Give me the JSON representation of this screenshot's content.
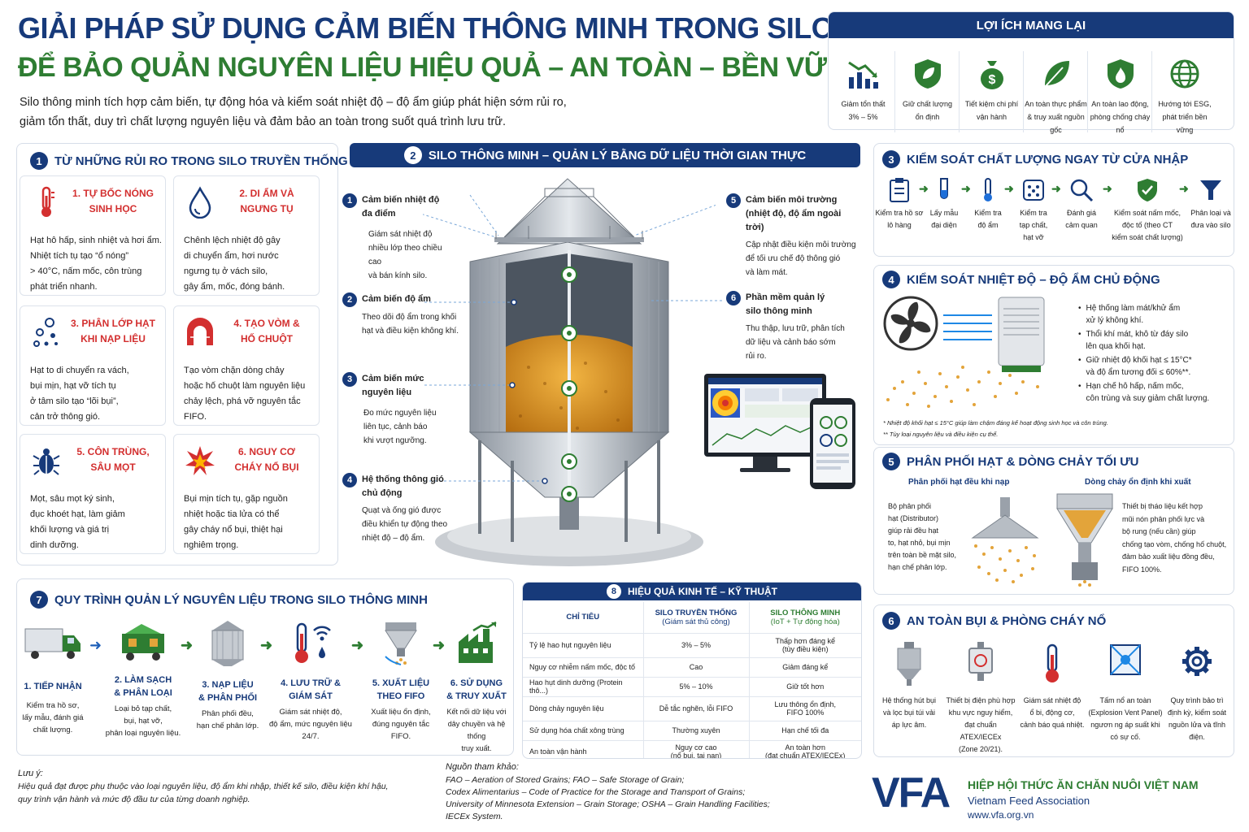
{
  "header": {
    "title_line1": "GIẢI PHÁP SỬ DỤNG CẢM BIẾN THÔNG MINH TRONG SILO",
    "title_line2": "ĐỂ BẢO QUẢN NGUYÊN LIỆU HIỆU QUẢ – AN TOÀN – BỀN VỮNG",
    "intro_line1": "Silo thông minh tích hợp cảm biến, tự động hóa và kiểm soát nhiệt độ – độ ẩm giúp phát hiện sớm rủi ro,",
    "intro_line2": "giảm tổn thất, duy trì chất lượng nguyên liệu và đảm bảo an toàn trong suốt quá trình lưu trữ."
  },
  "benefits": {
    "title": "LỢI ÍCH MANG LẠI",
    "items": [
      {
        "l1": "Giảm tổn thất",
        "l2": "3% – 5%",
        "icon": "chart-down-icon"
      },
      {
        "l1": "Giữ chất lượng",
        "l2": "ổn định",
        "icon": "shield-leaf-icon"
      },
      {
        "l1": "Tiết kiệm chi phí",
        "l2": "vận hành",
        "icon": "money-bag-icon"
      },
      {
        "l1": "An toàn thực phẩm",
        "l2": "& truy xuất nguồn gốc",
        "icon": "leaf-icon"
      },
      {
        "l1": "An toàn lao động,",
        "l2": "phòng chống cháy nổ",
        "icon": "shield-fire-icon"
      },
      {
        "l1": "Hướng tới ESG,",
        "l2": "phát triển bền vững",
        "icon": "globe-icon"
      }
    ]
  },
  "sec1": {
    "num": "1",
    "title": "TỪ NHỮNG RỦI RO TRONG SILO TRUYỀN THỐNG",
    "risks": [
      {
        "t1": "1. TỰ BỐC NÓNG",
        "t2": "SINH HỌC",
        "d": [
          "Hạt hô hấp, sinh nhiệt và hơi ẩm.",
          "Nhiệt tích tụ tạo “ổ nóng”",
          "> 40°C, nấm mốc, côn trùng",
          "phát triển nhanh."
        ]
      },
      {
        "t1": "2. DI ẨM VÀ",
        "t2": "NGƯNG TỤ",
        "d": [
          "Chênh lệch nhiệt độ gây",
          "di chuyển ẩm, hơi nước",
          "ngưng tụ ở vách silo,",
          "gây ẩm, mốc, đóng bánh."
        ]
      },
      {
        "t1": "3. PHÂN LỚP HẠT",
        "t2": "KHI NẠP LIỆU",
        "d": [
          "Hạt to di chuyển ra vách,",
          "bụi mịn, hạt vỡ tích tụ",
          "ở tâm silo tạo “lõi bụi”,",
          "cản trở thông gió."
        ]
      },
      {
        "t1": "4. TẠO VÒM &",
        "t2": "HỐ CHUỘT",
        "d": [
          "Tạo vòm chặn dòng chảy",
          "hoặc hố chuột làm nguyên liệu",
          "chảy lệch, phá vỡ nguyên tắc",
          "FIFO."
        ]
      },
      {
        "t1": "5. CÔN TRÙNG,",
        "t2": "SÂU MỌT",
        "d": [
          "Mọt, sâu mọt ký sinh,",
          "đục khoét hạt, làm giảm",
          "khối lượng và giá trị",
          "dinh dưỡng."
        ]
      },
      {
        "t1": "6. NGUY CƠ",
        "t2": "CHÁY NỔ BỤI",
        "d": [
          "Bụi mịn tích tụ, gặp nguồn",
          "nhiệt hoặc tia lửa có thể",
          "gây cháy nổ bụi, thiệt hại",
          "nghiêm trọng."
        ]
      }
    ]
  },
  "sec2": {
    "num": "2",
    "title": "SILO THÔNG MINH – QUẢN LÝ BẰNG DỮ LIỆU THỜI GIAN THỰC",
    "callouts": [
      {
        "n": "1",
        "h1": "Cảm biến nhiệt độ",
        "h2": "đa điểm",
        "b": [
          "Giám sát nhiệt độ",
          "nhiều lớp theo chiều cao",
          "và bán kính silo."
        ]
      },
      {
        "n": "2",
        "h1": "Cảm biến độ ẩm",
        "h2": "",
        "b": [
          "Theo dõi độ ẩm trong khối",
          "hạt và điều kiện không khí."
        ]
      },
      {
        "n": "3",
        "h1": "Cảm biến mức",
        "h2": "nguyên liệu",
        "b": [
          "Đo mức nguyên liệu",
          "liên tục, cảnh báo",
          "khi vượt ngưỡng."
        ]
      },
      {
        "n": "4",
        "h1": "Hệ thống thông gió",
        "h2": "chủ động",
        "b": [
          "Quạt và ống gió được",
          "điều khiển tự động theo",
          "nhiệt độ – độ ẩm."
        ]
      },
      {
        "n": "5",
        "h1": "Cảm biến môi trường",
        "h2": "(nhiệt độ, độ ẩm ngoài trời)",
        "b": [
          "Cập nhật điều kiện môi trường",
          "để tối ưu chế độ thông gió",
          "và làm mát."
        ]
      },
      {
        "n": "6",
        "h1": "Phần mềm quản lý",
        "h2": "silo thông minh",
        "b": [
          "Thu thập, lưu trữ, phân tích",
          "dữ liệu và cảnh báo sớm",
          "rủi ro."
        ]
      }
    ]
  },
  "sec3": {
    "num": "3",
    "title": "KIỂM SOÁT CHẤT LƯỢNG NGAY TỪ CỬA NHẬP",
    "steps": [
      {
        "l1": "Kiểm tra hồ sơ",
        "l2": "lô hàng",
        "l3": ""
      },
      {
        "l1": "Lấy mẫu",
        "l2": "đại diện",
        "l3": ""
      },
      {
        "l1": "Kiểm tra",
        "l2": "độ ẩm",
        "l3": ""
      },
      {
        "l1": "Kiểm tra",
        "l2": "tạp chất,",
        "l3": "hạt vỡ"
      },
      {
        "l1": "Đánh giá",
        "l2": "cảm quan",
        "l3": ""
      },
      {
        "l1": "Kiểm soát nấm mốc,",
        "l2": "độc tố (theo CT",
        "l3": "kiểm soát chất lượng)"
      },
      {
        "l1": "Phân loại và",
        "l2": "đưa vào silo",
        "l3": ""
      }
    ]
  },
  "sec4": {
    "num": "4",
    "title": "KIỂM SOÁT NHIỆT ĐỘ – ĐỘ ẨM CHỦ ĐỘNG",
    "bullets": [
      [
        "Hệ thống làm mát/khử ẩm",
        "xử lý không khí."
      ],
      [
        "Thổi khí mát, khô từ đáy silo",
        "lên qua khối hạt."
      ],
      [
        "Giữ nhiệt độ khối hạt ≤ 15°C*",
        "và độ ẩm tương đối ≤ 60%**."
      ],
      [
        "Hạn chế hô hấp, nấm mốc,",
        "côn trùng và suy giảm chất lượng."
      ]
    ],
    "note1": "* Nhiệt độ khối hạt ≤ 15°C giúp làm chậm đáng kể hoạt động sinh học và côn trùng.",
    "note2": "** Tùy loại nguyên liệu và điều kiện cụ thể."
  },
  "sec5": {
    "num": "5",
    "title": "PHÂN PHỐI HẠT & DÒNG CHẢY TỐI ƯU",
    "left_sub": "Phân phối hạt đều khi nạp",
    "left_text": [
      "Bộ phân phối",
      "hạt (Distributor)",
      "giúp rải đều hạt",
      "to, hạt nhỏ, bụi mịn",
      "trên toàn bề mặt silo,",
      "hạn chế phân lớp."
    ],
    "right_sub": "Dòng chảy ổn định khi xuất",
    "right_text": [
      "Thiết bị tháo liệu kết hợp",
      "mũi nón phân phối lực và",
      "bộ rung (nếu cần) giúp",
      "chống tạo vòm, chống hố chuột,",
      "đảm bảo xuất liệu đồng đều,",
      "FIFO 100%."
    ]
  },
  "sec6": {
    "num": "6",
    "title": "AN TOÀN BỤI & PHÒNG CHÁY NỔ",
    "items": [
      [
        "Hệ thống hút bụi",
        "và lọc bụi túi vải",
        "áp lực âm."
      ],
      [
        "Thiết bị điện phù hợp",
        "khu vực nguy hiểm,",
        "đạt chuẩn ATEX/IECEx",
        "(Zone 20/21)."
      ],
      [
        "Giám sát nhiệt độ",
        "ổ bi, động cơ,",
        "cảnh báo quá nhiệt."
      ],
      [
        "Tấm nổ an toàn",
        "(Explosion Vent Panel)",
        "ngươn ng áp suất khi",
        "có sự cố."
      ],
      [
        "Quy trình bảo trì",
        "định kỳ, kiểm soát",
        "nguồn lửa và tĩnh điện."
      ]
    ]
  },
  "sec7": {
    "num": "7",
    "title": "QUY TRÌNH QUẢN LÝ NGUYÊN LIỆU TRONG SILO THÔNG MINH",
    "steps": [
      {
        "t1": "1. TIẾP NHẬN",
        "t2": "",
        "d": [
          "Kiểm tra hồ sơ,",
          "lấy mẫu, đánh giá",
          "chất lượng."
        ]
      },
      {
        "t1": "2. LÀM SẠCH",
        "t2": "& PHÂN LOẠI",
        "d": [
          "Loại bỏ tạp chất,",
          "bụi, hạt vỡ,",
          "phân loại nguyên liệu."
        ]
      },
      {
        "t1": "3. NẠP LIỆU",
        "t2": "& PHÂN PHỐI",
        "d": [
          "Phân phối đều,",
          "hạn chế phân lớp."
        ]
      },
      {
        "t1": "4. LƯU TRỮ &",
        "t2": "GIÁM SÁT",
        "d": [
          "Giám sát nhiệt độ,",
          "độ ẩm, mức nguyên liệu",
          "24/7."
        ]
      },
      {
        "t1": "5. XUẤT LIỆU",
        "t2": "THEO FIFO",
        "d": [
          "Xuất liệu ổn định,",
          "đúng nguyên tắc",
          "FIFO."
        ]
      },
      {
        "t1": "6. SỬ DỤNG",
        "t2": "& TRUY XUẤT",
        "d": [
          "Kết nối dữ liệu với",
          "dây chuyền và hệ thống",
          "truy xuất."
        ]
      }
    ]
  },
  "sec8": {
    "num": "8",
    "title": "HIỆU QUẢ KINH TẾ – KỸ THUẬT",
    "head": {
      "c1": "CHỈ TIÊU",
      "c2a": "SILO TRUYỀN THỐNG",
      "c2b": "(Giám sát thủ công)",
      "c3a": "SILO THÔNG MINH",
      "c3b": "(IoT + Tự động hóa)"
    },
    "rows": [
      {
        "a": "Tỷ lệ hao hụt nguyên liệu",
        "b1": "3% – 5%",
        "b2": "",
        "c1": "Thấp hơn đáng kể",
        "c2": "(tùy điều kiện)"
      },
      {
        "a": "Nguy cơ nhiễm nấm mốc, độc tố",
        "b1": "Cao",
        "b2": "",
        "c1": "Giảm đáng kể",
        "c2": ""
      },
      {
        "a": "Hao hụt dinh dưỡng (Protein thô...)",
        "b1": "5% – 10%",
        "b2": "",
        "c1": "Giữ tốt hơn",
        "c2": ""
      },
      {
        "a": "Dòng chảy nguyên liệu",
        "b1": "Dễ tắc nghẽn, lỗi FIFO",
        "b2": "",
        "c1": "Lưu thông ổn định,",
        "c2": "FIFO 100%"
      },
      {
        "a": "Sử dụng hóa chất xông trùng",
        "b1": "Thường xuyên",
        "b2": "",
        "c1": "Hạn chế tối đa",
        "c2": ""
      },
      {
        "a": "An toàn vận hành",
        "b1": "Nguy cơ cao",
        "b2": "(nổ bụi, tai nạn)",
        "c1": "An toàn hơn",
        "c2": "(đạt chuẩn ATEX/IECEx)"
      }
    ]
  },
  "footer": {
    "note_title": "Lưu ý:",
    "note1": "Hiệu quả đạt được phụ thuộc vào loại nguyên liệu, độ ẩm khi nhập, thiết kế silo, điều kiện khí hậu,",
    "note2": "quy trình vận hành và mức độ đầu tư của từng doanh nghiệp.",
    "ref_title": "Nguồn tham khảo:",
    "ref1": "FAO – Aeration of Stored Grains; FAO – Safe Storage of Grain;",
    "ref2": "Codex Alimentarius – Code of Practice for the Storage and Transport of Grains;",
    "ref3": "University of Minnesota Extension – Grain Storage; OSHA – Grain Handling Facilities;",
    "ref4": "IECEx System.",
    "logo": "VFA",
    "org_vn": "HIỆP HỘI THỨC ĂN CHĂN NUÔI VIỆT NAM",
    "org_en": "Vietnam Feed Association",
    "url": "www.vfa.org.vn"
  },
  "colors": {
    "navy": "#173a7a",
    "green": "#2e7d32",
    "red": "#d32f2f",
    "grain": "#d9961e"
  }
}
